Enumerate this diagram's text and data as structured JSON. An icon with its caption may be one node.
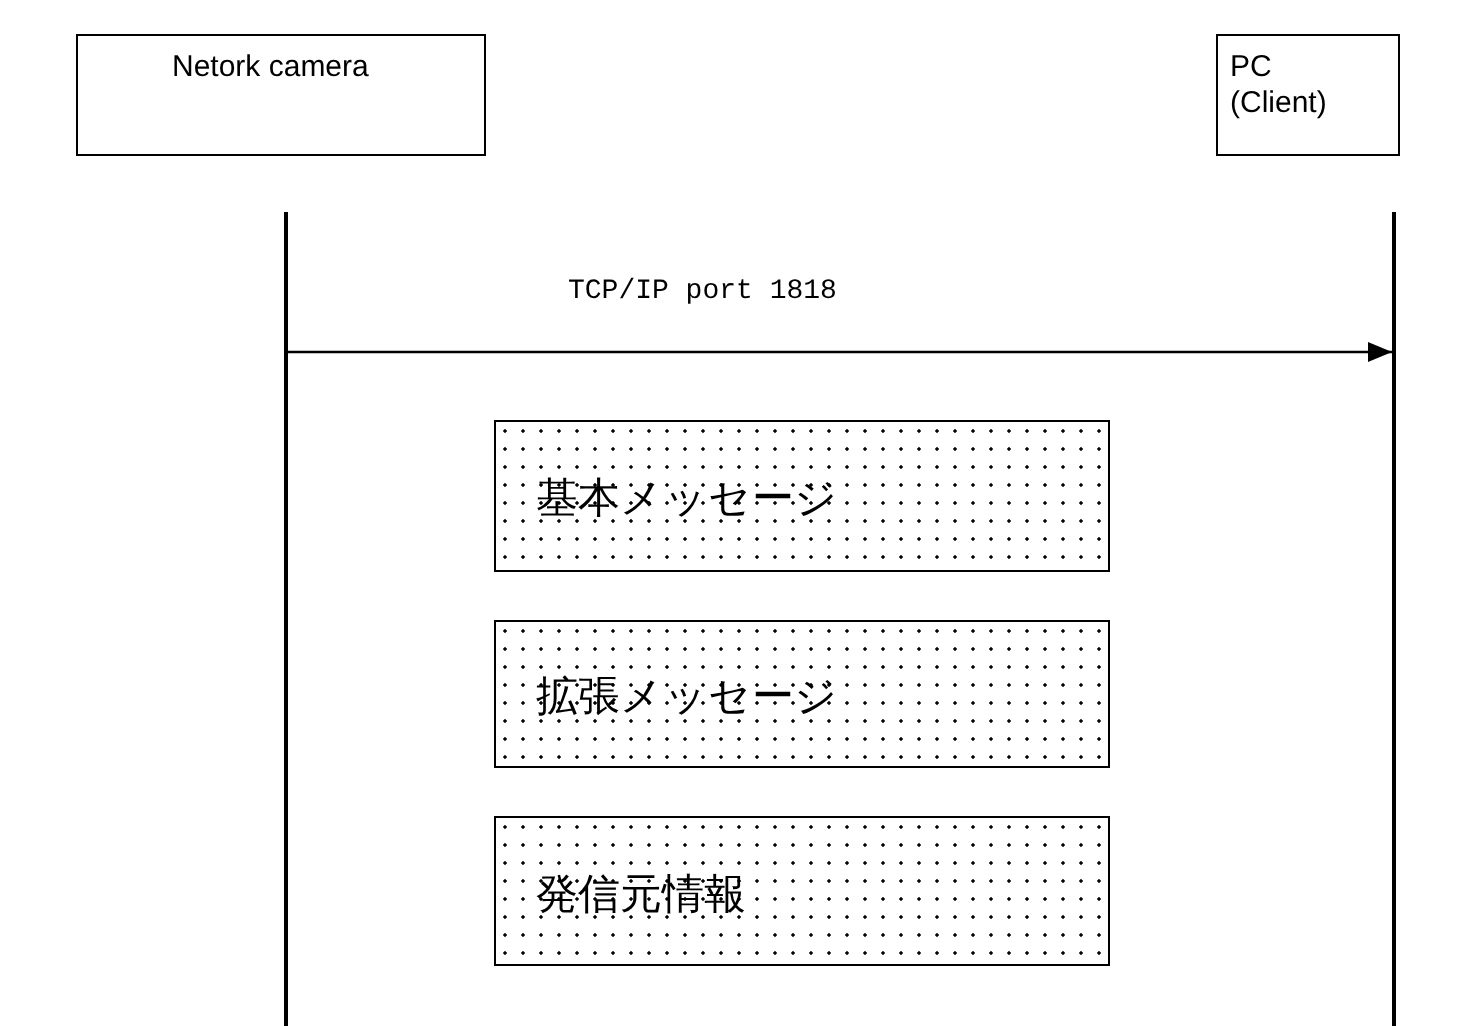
{
  "diagram": {
    "nodes": [
      {
        "text": [
          "Netork camera"
        ]
      },
      {
        "text": [
          "PC (Client)"
        ]
      },
      {
        "text": [],
        "shape": "bar"
      },
      {
        "text": [],
        "shape": "bar"
      },
      {
        "text": [
          "基本メッセージ"
        ]
      },
      {
        "text": [
          "拡張メッセージ"
        ]
      },
      {
        "text": [
          "発信元情報"
        ]
      }
    ],
    "edges": [
      {
        "from": 2,
        "to": 3,
        "arrow": "to",
        "label": "TCP/IP port 1818"
      }
    ]
  }
}
